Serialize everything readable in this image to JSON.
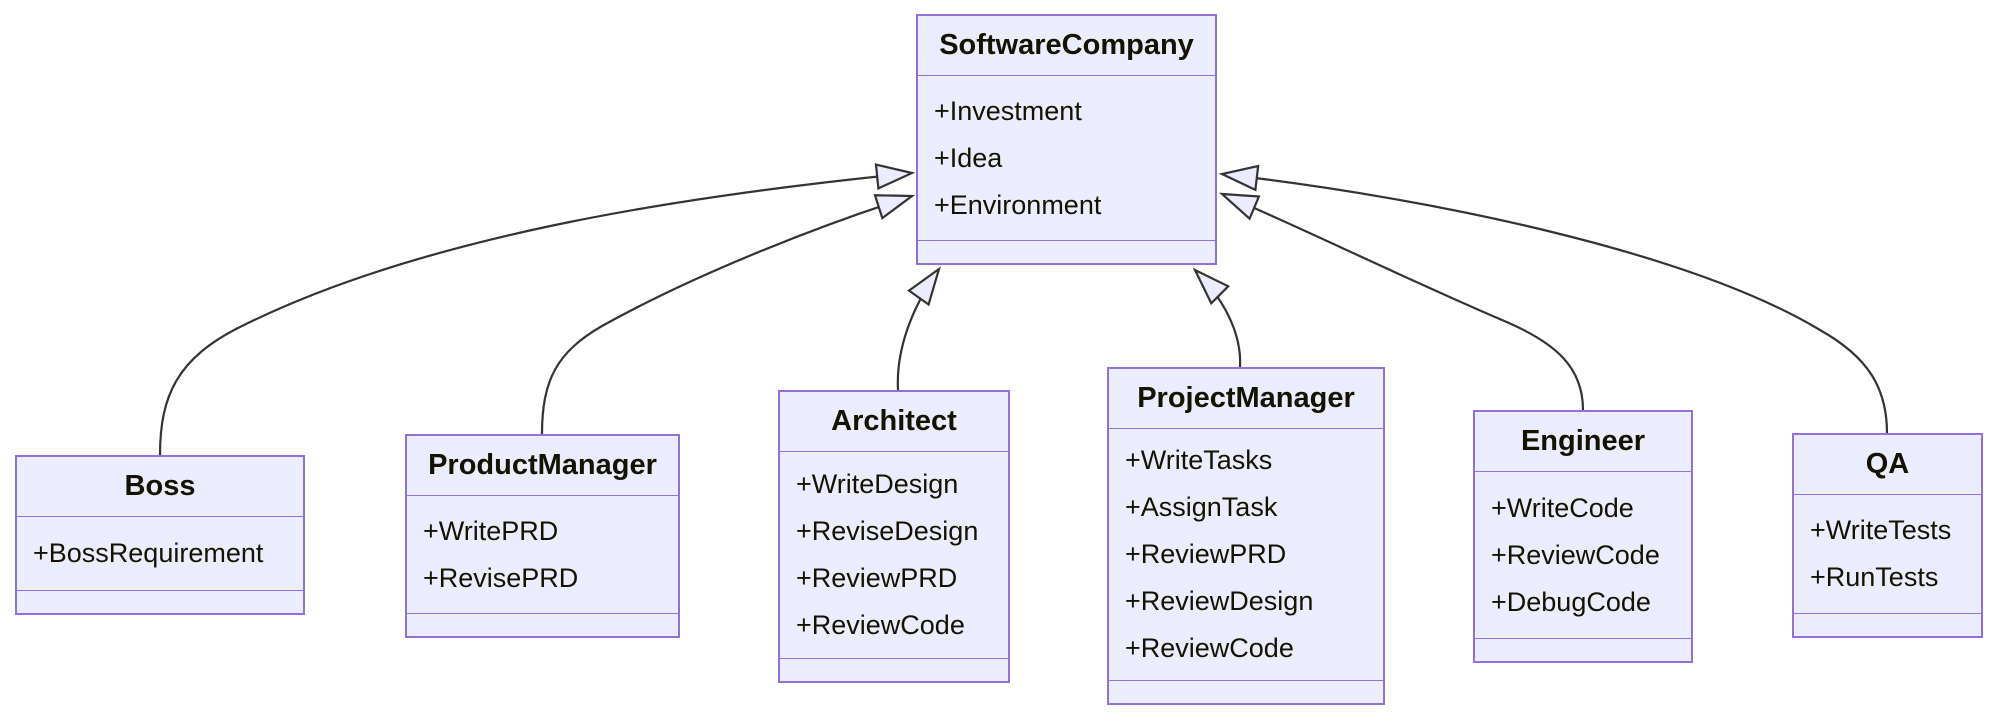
{
  "diagram": {
    "type": "uml-class-diagram",
    "classes": {
      "softwarecompany": {
        "name": "SoftwareCompany",
        "attributes": [
          "+Investment",
          "+Idea",
          "+Environment"
        ]
      },
      "boss": {
        "name": "Boss",
        "attributes": [
          "+BossRequirement"
        ]
      },
      "productmanager": {
        "name": "ProductManager",
        "attributes": [
          "+WritePRD",
          "+RevisePRD"
        ]
      },
      "architect": {
        "name": "Architect",
        "attributes": [
          "+WriteDesign",
          "+ReviseDesign",
          "+ReviewPRD",
          "+ReviewCode"
        ]
      },
      "projectmanager": {
        "name": "ProjectManager",
        "attributes": [
          "+WriteTasks",
          "+AssignTask",
          "+ReviewPRD",
          "+ReviewDesign",
          "+ReviewCode"
        ]
      },
      "engineer": {
        "name": "Engineer",
        "attributes": [
          "+WriteCode",
          "+ReviewCode",
          "+DebugCode"
        ]
      },
      "qa": {
        "name": "QA",
        "attributes": [
          "+WriteTests",
          "+RunTests"
        ]
      }
    },
    "relationships": [
      {
        "from": "Boss",
        "to": "SoftwareCompany",
        "type": "inheritance"
      },
      {
        "from": "ProductManager",
        "to": "SoftwareCompany",
        "type": "inheritance"
      },
      {
        "from": "Architect",
        "to": "SoftwareCompany",
        "type": "inheritance"
      },
      {
        "from": "ProjectManager",
        "to": "SoftwareCompany",
        "type": "inheritance"
      },
      {
        "from": "Engineer",
        "to": "SoftwareCompany",
        "type": "inheritance"
      },
      {
        "from": "QA",
        "to": "SoftwareCompany",
        "type": "inheritance"
      }
    ],
    "colors": {
      "box_fill": "#ECECFF",
      "box_border": "#9370DB",
      "edge_stroke": "#333333",
      "text": "#131300",
      "background": "#FFFFFF"
    }
  }
}
